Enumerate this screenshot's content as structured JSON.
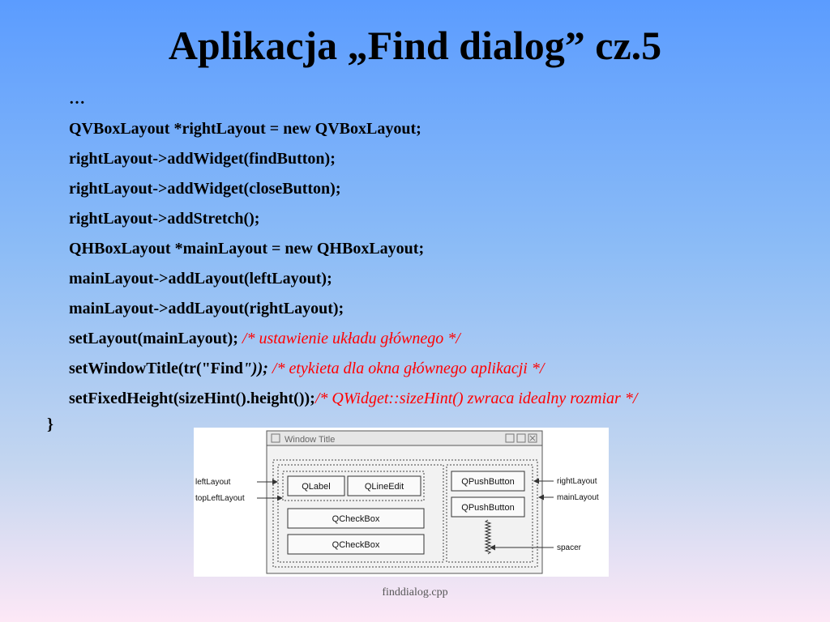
{
  "title": "Aplikacja „Find dialog” cz.5",
  "code": {
    "ellipsis": "…",
    "l1": "QVBoxLayout *rightLayout = new QVBoxLayout;",
    "l2": "rightLayout->addWidget(findButton);",
    "l3": "rightLayout->addWidget(closeButton);",
    "l4": "rightLayout->addStretch();",
    "l5": "QHBoxLayout *mainLayout = new QHBoxLayout;",
    "l6": "mainLayout->addLayout(leftLayout);",
    "l7": "mainLayout->addLayout(rightLayout);",
    "l8_code": "setLayout(mainLayout); ",
    "l8_comment": "/* ustawienie układu głównego */",
    "l9_code": "setWindowTitle(tr(\"Find",
    "l9_code_it": "\"));",
    "l9_comment": " /* etykieta dla okna głównego aplikacji */",
    "l10_code": "setFixedHeight(sizeHint().height());",
    "l10_comment": "/* QWidget::sizeHint() zwraca idealny rozmiar */",
    "closing_brace": "}"
  },
  "diagram": {
    "window_title": "Window Title",
    "label_qlabel": "QLabel",
    "label_qlineedit": "QLineEdit",
    "label_qcheckbox_1": "QCheckBox",
    "label_qcheckbox_2": "QCheckBox",
    "label_qpushbutton_1": "QPushButton",
    "label_qpushbutton_2": "QPushButton",
    "annot_leftlayout": "leftLayout",
    "annot_toplefttayout": "topLeftLayout",
    "annot_rightlayout": "rightLayout",
    "annot_mainlayout": "mainLayout",
    "annot_spacer": "spacer"
  },
  "caption": "finddialog.cpp"
}
